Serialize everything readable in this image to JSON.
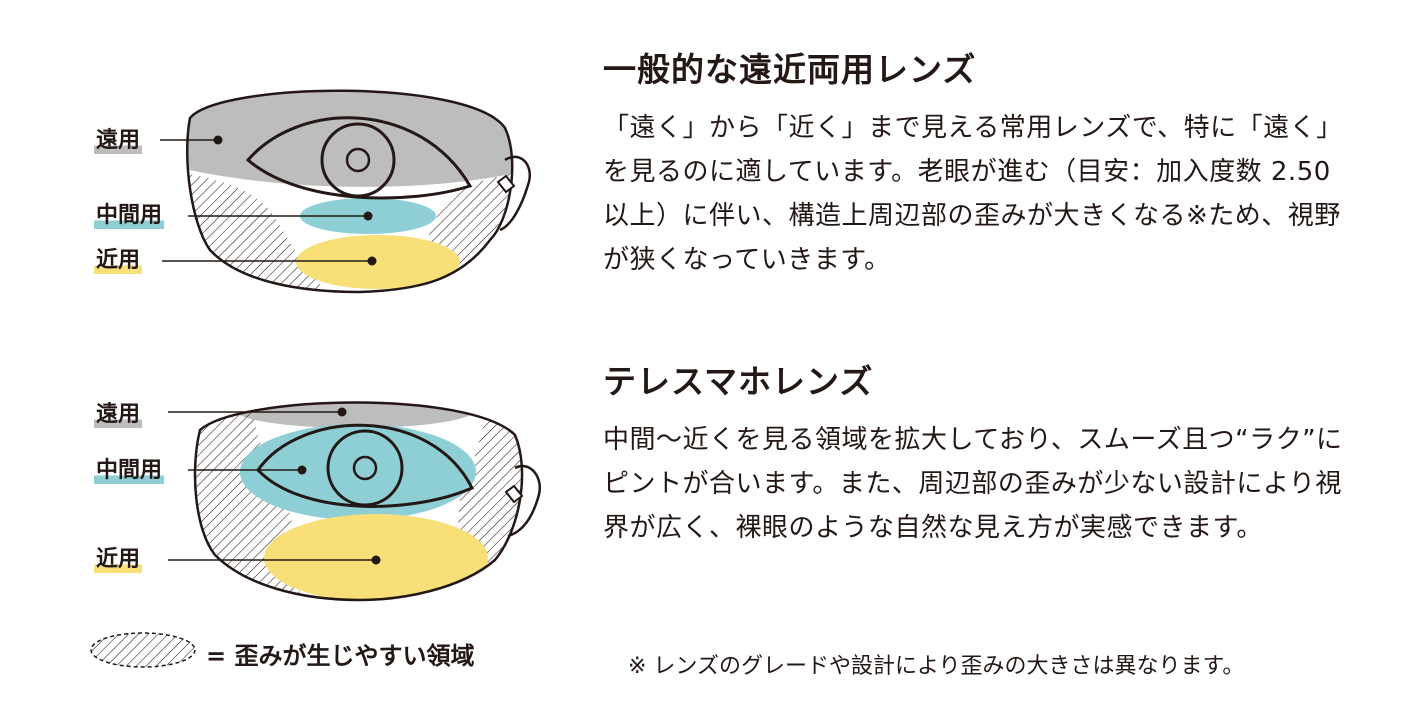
{
  "diagram": {
    "lens1": {
      "far": "遠用",
      "mid": "中間用",
      "near": "近用"
    },
    "lens2": {
      "far": "遠用",
      "mid": "中間用",
      "near": "近用"
    },
    "legend": "= 歪みが生じやすい領域",
    "colors": {
      "far": "#bdbdbd",
      "mid": "#8ecfd5",
      "near": "#f8df77",
      "line": "#231815"
    }
  },
  "sections": [
    {
      "title": "一般的な遠近両用レンズ",
      "body": "「遠く」から「近く」まで見える常用レンズで、特に「遠く」を見るのに適しています。老眼が進む（目安：加入度数 2.50 以上）に伴い、構造上周辺部の歪みが大きくなる※ため、視野が狭くなっていきます。"
    },
    {
      "title": "テレスマホレンズ",
      "body": "中間〜近くを見る領域を拡大しており、スムーズ且つ“ラク”にピントが合います。また、周辺部の歪みが少ない設計により視界が広く、裸眼のような自然な見え方が実感できます。"
    }
  ],
  "note": "※ レンズのグレードや設計により歪みの大きさは異なります。"
}
